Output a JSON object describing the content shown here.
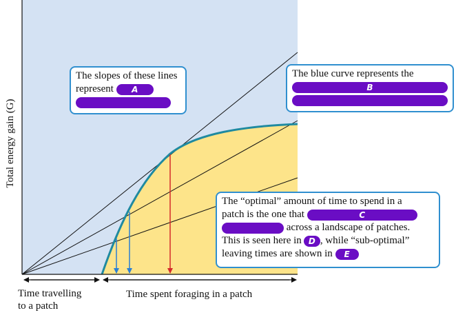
{
  "y_axis_label": "Total energy gain (G)",
  "x_axis": {
    "travel_label_line1": "Time travelling",
    "travel_label_line2": "to a patch",
    "foraging_label": "Time spent foraging in a patch"
  },
  "callout_slopes": {
    "text": "The slopes of these lines represent",
    "blank": "A"
  },
  "callout_curve": {
    "text": "The blue curve represents the",
    "blank": "B"
  },
  "callout_optimal": {
    "line1": "The “optimal” amount of time to spend in a",
    "line2_start": "patch is the one that",
    "blank_c": "C",
    "line3_end": "across a landscape of patches.",
    "line4_start": "This is seen here in",
    "blank_d": "D",
    "line4_end": ", while “sub-optimal”",
    "line5_start": "leaving times are shown in",
    "blank_e": "E"
  },
  "colors": {
    "background_region": "#d4e2f3",
    "gain_area": "#fde48a",
    "gain_curve": "#1f8aa0",
    "optimal_arrow": "#d42a2a",
    "suboptimal_arrow": "#2a7fd4",
    "callout_border": "#2f8fcf",
    "blank_fill": "#6a0dc4"
  }
}
